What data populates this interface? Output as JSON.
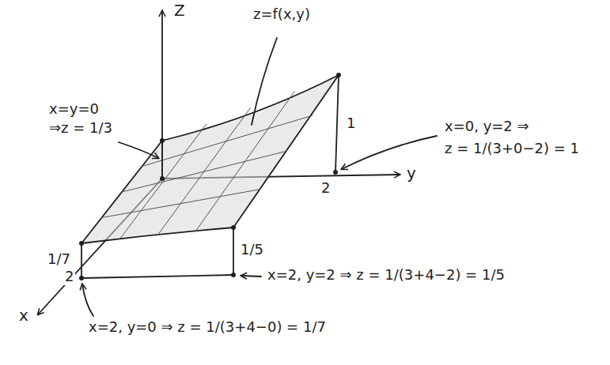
{
  "diagram": {
    "labels": [
      "Z",
      "z=f(x,y)",
      "x=y=0",
      "⇒z = 1/3",
      "x=0, y=2 ⇒",
      "z = 1/(3+0−2) = 1",
      "1",
      "y",
      "2",
      "1/7",
      "2",
      "x",
      "1/5",
      "x=2, y=2 ⇒ z = 1/(3+4−2) = 1/5",
      "x=2, y=0 ⇒ z = 1/(3+4−0) = 1/7"
    ]
  }
}
